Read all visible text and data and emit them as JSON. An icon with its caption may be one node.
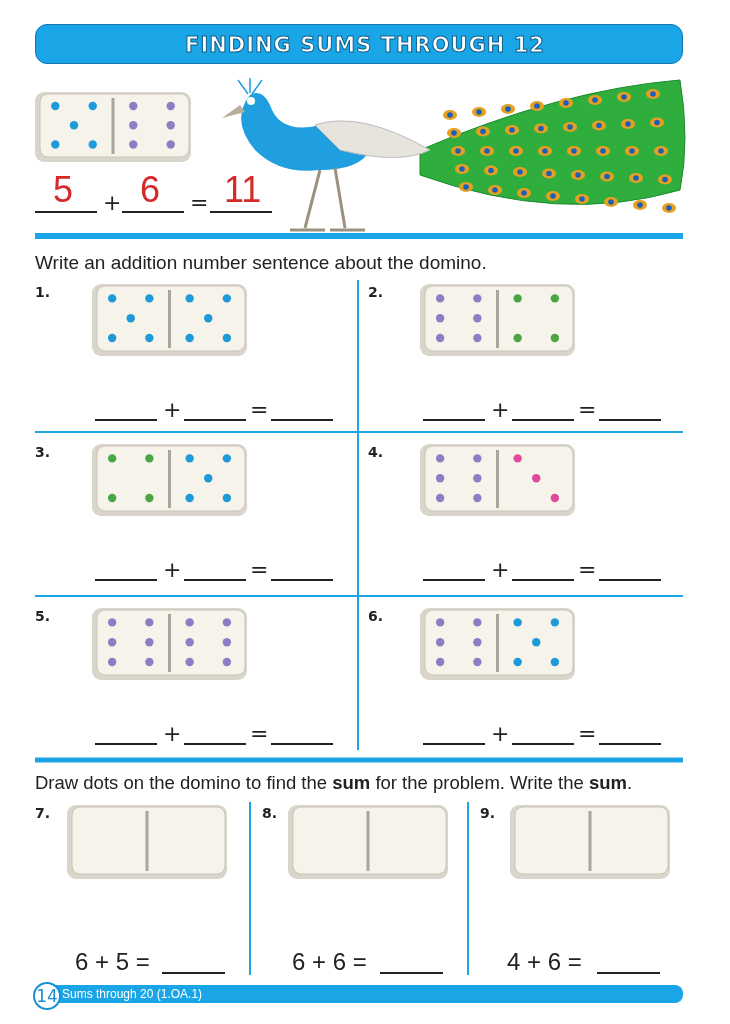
{
  "diagram": {
    "title": "FINDING SUMS THROUGH 12",
    "labels": [
      "5",
      "+",
      "6",
      "=",
      "11",
      "Write an addition number sentence about the domino.",
      "1.",
      "+",
      "=",
      "2.",
      "+",
      "=",
      "3.",
      "+",
      "=",
      "4.",
      "+",
      "=",
      "5.",
      "+",
      "=",
      "6.",
      "+",
      "=",
      "Draw dots on the domino to find the **sum** for the problem. Write the **sum**.",
      "7.",
      "8.",
      "9.",
      "6 + 5 =",
      "6 + 6 =",
      "4 + 6 =",
      "14",
      "Sums through 20 (1.OA.1)"
    ]
  }
}
